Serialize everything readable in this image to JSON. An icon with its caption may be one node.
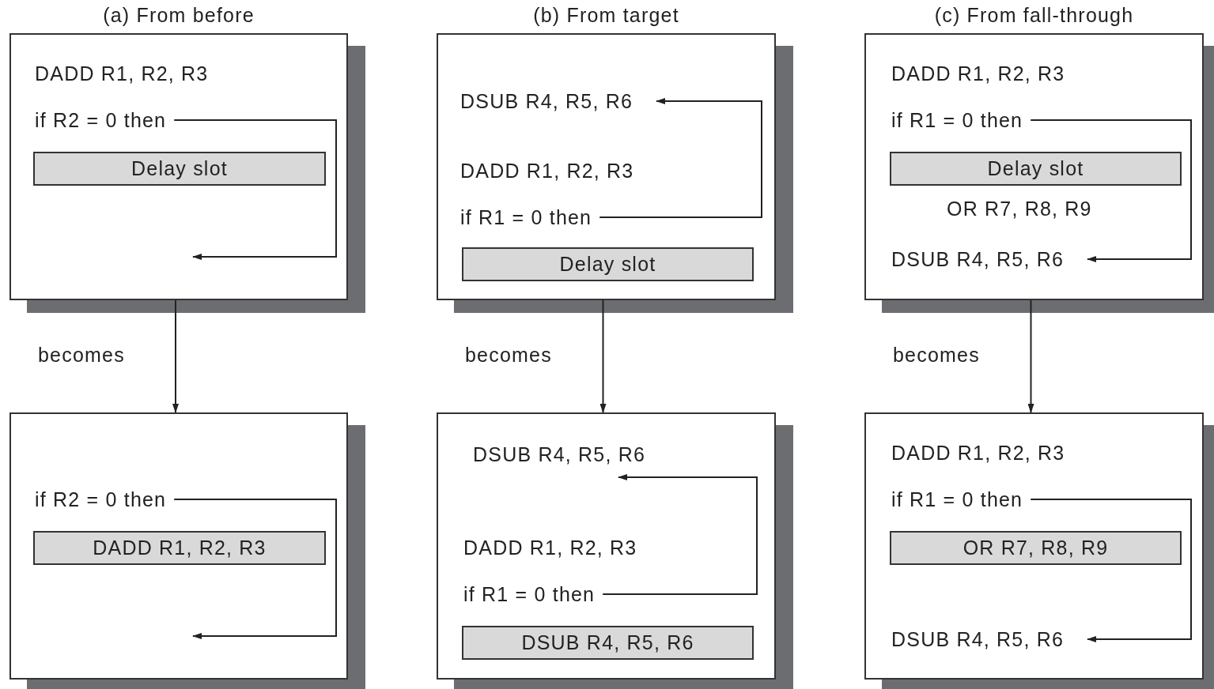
{
  "diagram": {
    "nodes": [
      {
        "text": [
          "(a) From before"
        ]
      },
      {
        "text": [
          "DADD R1, R2, R3"
        ],
        "in": 0
      },
      {
        "text": [
          "if R2 = 0 then"
        ],
        "in": 0
      },
      {
        "text": [
          "Delay slot"
        ],
        "in": 0
      },
      {
        "text": [],
        "shape": "box"
      },
      {
        "text": [
          "if R2 = 0 then"
        ],
        "in": 4
      },
      {
        "text": [
          "DADD R1, R2, R3"
        ],
        "in": 4
      },
      {
        "text": [
          "(b) From target"
        ]
      },
      {
        "text": [
          "DSUB R4, R5, R6"
        ],
        "in": 7
      },
      {
        "text": [
          "DADD R1, R2, R3"
        ],
        "in": 7
      },
      {
        "text": [
          "if R1 = 0 then"
        ],
        "in": 7
      },
      {
        "text": [
          "Delay slot"
        ],
        "in": 7
      },
      {
        "text": [],
        "shape": "box"
      },
      {
        "text": [
          "DSUB R4, R5, R6"
        ],
        "in": 12
      },
      {
        "text": [
          "DADD R1, R2, R3"
        ],
        "in": 12
      },
      {
        "text": [
          "if R1 = 0 then"
        ],
        "in": 12
      },
      {
        "text": [
          "DSUB R4, R5, R6"
        ],
        "in": 12
      },
      {
        "text": [
          "(c) From fall-through"
        ]
      },
      {
        "text": [
          "DADD R1, R2, R3"
        ],
        "in": 17
      },
      {
        "text": [
          "if R1 = 0 then"
        ],
        "in": 17
      },
      {
        "text": [
          "Delay slot"
        ],
        "in": 17
      },
      {
        "text": [
          "OR R7, R8, R9"
        ],
        "in": 17
      },
      {
        "text": [
          "DSUB R4, R5, R6"
        ],
        "in": 17
      },
      {
        "text": [],
        "shape": "box"
      },
      {
        "text": [
          "DADD R1, R2, R3"
        ],
        "in": 23
      },
      {
        "text": [
          "if R1 = 0 then"
        ],
        "in": 23
      },
      {
        "text": [
          "OR R7, R8, R9"
        ],
        "in": 23
      },
      {
        "text": [
          "DSUB R4, R5, R6"
        ],
        "in": 23
      }
    ],
    "edges": [
      {
        "from": 2,
        "to": null,
        "arrow": "to"
      },
      {
        "from": 5,
        "to": null,
        "arrow": "to"
      },
      {
        "from": 0,
        "to": 4,
        "arrow": "to",
        "label": "becomes"
      },
      {
        "from": 10,
        "to": 8,
        "arrow": "to"
      },
      {
        "from": 15,
        "to": 13,
        "arrow": "to"
      },
      {
        "from": 7,
        "to": 12,
        "arrow": "to",
        "label": "becomes"
      },
      {
        "from": 19,
        "to": 22,
        "arrow": "to"
      },
      {
        "from": 25,
        "to": 27,
        "arrow": "to"
      },
      {
        "from": 17,
        "to": 23,
        "arrow": "to",
        "label": "becomes"
      }
    ]
  }
}
